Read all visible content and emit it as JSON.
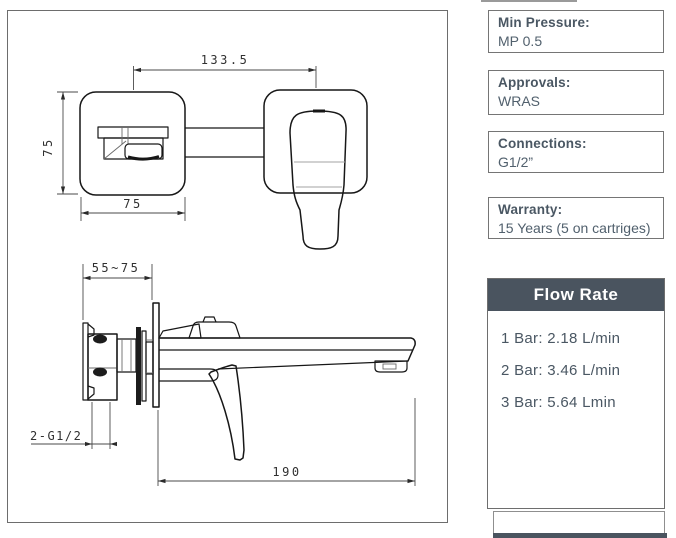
{
  "drawing": {
    "dims": {
      "center_distance": "133.5",
      "plate_height": "75",
      "plate_width": "75",
      "depth_range": "55~75",
      "inlets": "2-G1/2",
      "reach": "190"
    }
  },
  "specs": [
    {
      "label": "Min Pressure:",
      "value": "MP 0.5"
    },
    {
      "label": "Approvals:",
      "value": "WRAS"
    },
    {
      "label": "Connections:",
      "value": "G1/2”"
    },
    {
      "label": "Warranty:",
      "value": "15 Years (5 on cartriges)"
    }
  ],
  "flow_rate": {
    "title": "Flow Rate",
    "rows": [
      "1 Bar: 2.18 L/min",
      "2 Bar: 3.46 L/min",
      "3 Bar: 5.64 Lmin"
    ]
  },
  "colors": {
    "header_background": "#4a545f",
    "spec_text": "#4a5763",
    "drawing_line": "#171717",
    "box_border": "#757575"
  }
}
